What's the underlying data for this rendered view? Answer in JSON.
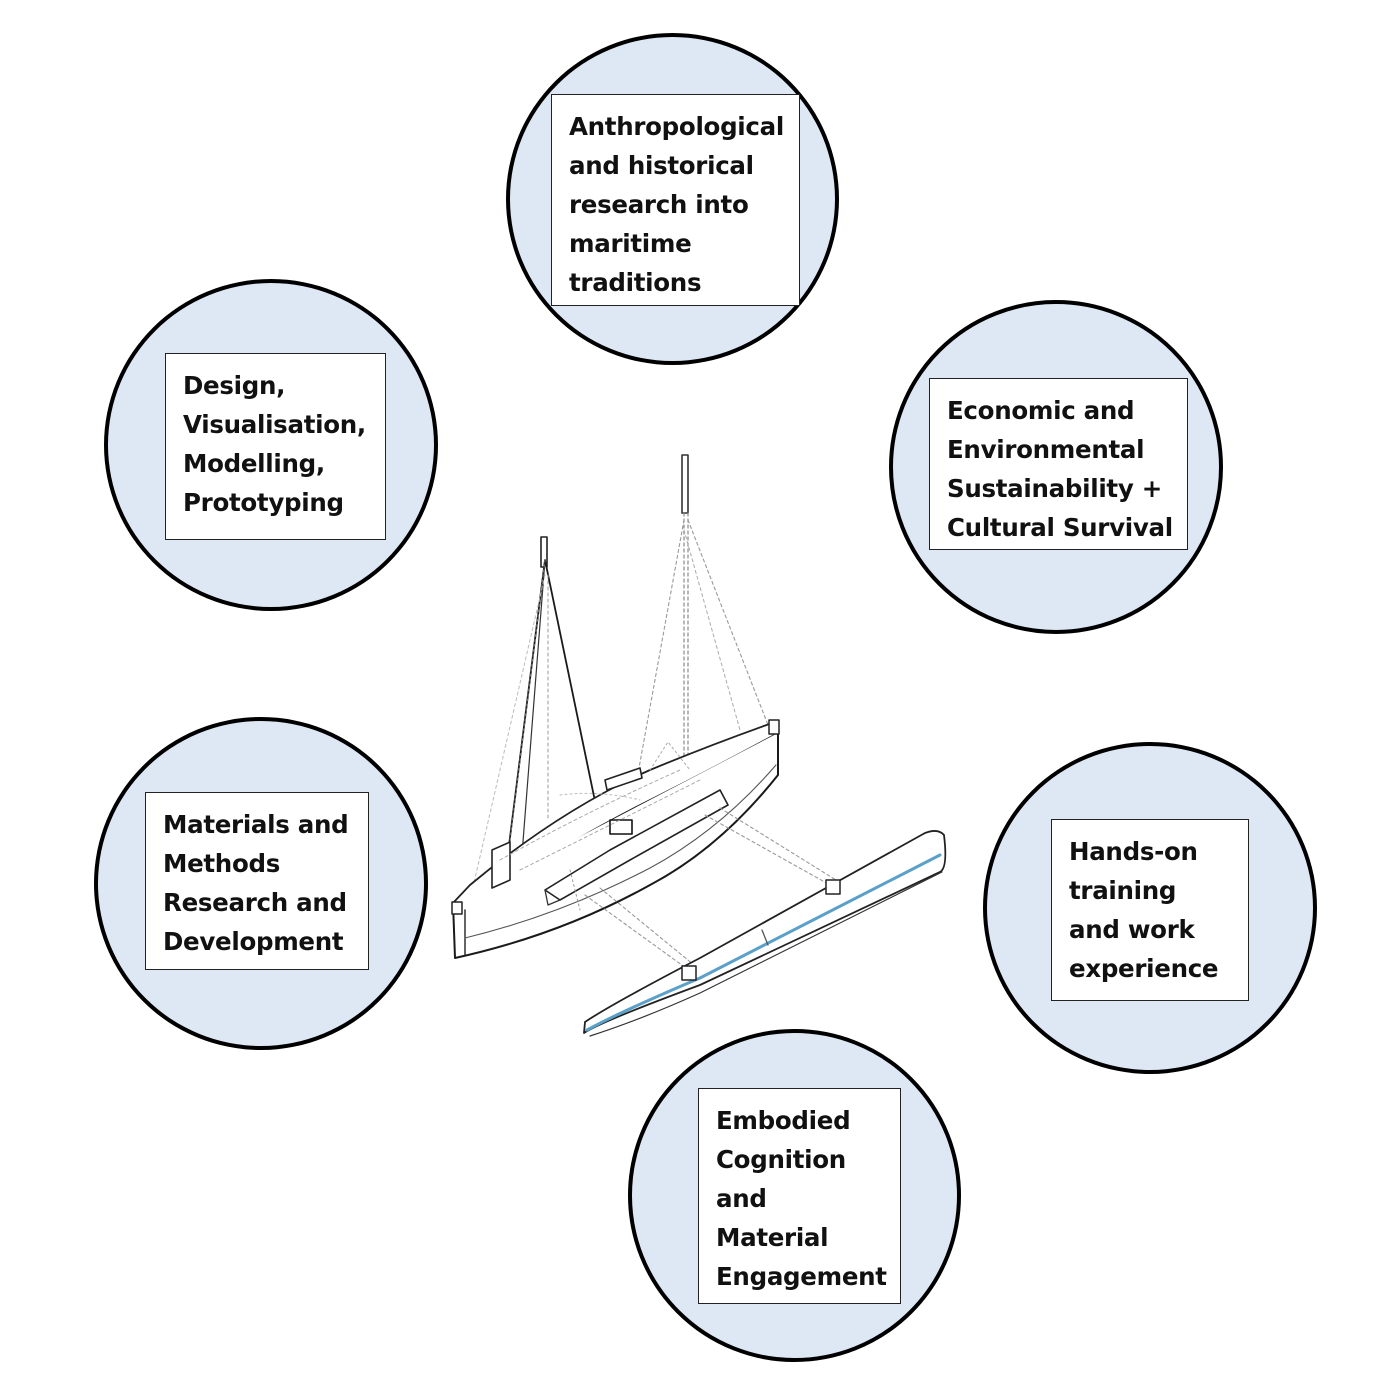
{
  "diagram": {
    "nodes": [
      {
        "id": "anthropological",
        "text": "Anthropological\nand historical\nresearch into\nmaritime\ntraditions"
      },
      {
        "id": "design",
        "text": "Design,\nVisualisation,\nModelling,\nPrototyping"
      },
      {
        "id": "economic",
        "text": "Economic and\nEnvironmental\nSustainability +\nCultural Survival"
      },
      {
        "id": "materials",
        "text": "Materials and\nMethods\nResearch and\nDevelopment"
      },
      {
        "id": "hands-on",
        "text": "Hands-on\ntraining\nand work\nexperience"
      },
      {
        "id": "embodied",
        "text": "Embodied\nCognition\nand\nMaterial\nEngagement"
      }
    ],
    "center_image": "outrigger-sailing-canoe-drawing",
    "colors": {
      "circle_fill": "#dde8f4",
      "circle_stroke": "#000000",
      "box_fill": "#ffffff",
      "outrigger_accent": "#5aa0c8"
    }
  }
}
